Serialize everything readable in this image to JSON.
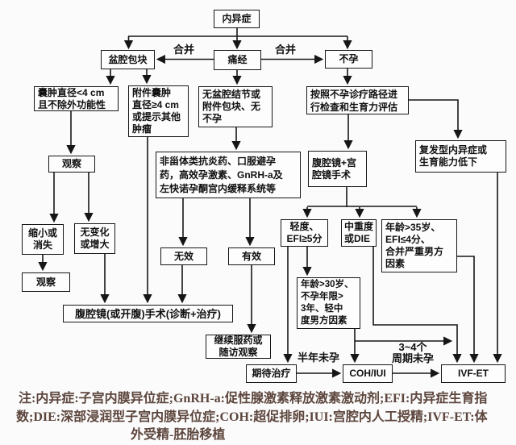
{
  "diagram": {
    "nodes": {
      "root": {
        "label": "内异症"
      },
      "pelvic_mass": {
        "label": "盆腔包块"
      },
      "dysmenorrhea": {
        "label": "痛经"
      },
      "infertility": {
        "label": "不孕"
      },
      "cyst_small": {
        "label": "囊肿直径<4 cm\n且不除外功能性"
      },
      "adnexal_cyst": {
        "label": "附件囊肿\n直径≥4 cm\n或提示其他\n肿瘤"
      },
      "no_nodule": {
        "label": "无盆腔结节或\n附件包块、无\n不孕"
      },
      "workup": {
        "label": "按照不孕诊疗路径进\n行检查和生育力评估"
      },
      "meds": {
        "label": "非甾体类抗炎药、口服避孕\n药，高效孕激素、GnRH-a及\n左快诺孕酮宫内缓释系统等"
      },
      "lap_hys": {
        "label": "腹腔镜+宫\n腔镜手术"
      },
      "recurrent": {
        "label": "复发型内异症或\n生育能力低下"
      },
      "observe1": {
        "label": "观察"
      },
      "shrink": {
        "label": "缩小或\n消失"
      },
      "no_change": {
        "label": "无变化\n或增大"
      },
      "observe2": {
        "label": "观察"
      },
      "ineffective": {
        "label": "无效"
      },
      "effective": {
        "label": "有效"
      },
      "mild": {
        "label": "轻度、\nEFI≥5分"
      },
      "mod_severe": {
        "label": "中重度\n或DIE"
      },
      "age35": {
        "label": "年龄>35岁、\nEFI≤4分、\n合并严重男方\n因素"
      },
      "age30": {
        "label": "年龄>30岁、\n不孕年限>\n3年、轻中\n度男方因素"
      },
      "surgery": {
        "label": "腹腔镜(或开腹)手术(诊断+治疗)"
      },
      "continue_meds": {
        "label": "继续服药或\n随访观察"
      },
      "expectant": {
        "label": "期待治疗"
      },
      "coh_iui": {
        "label": "COH/IUI"
      },
      "ivf_et": {
        "label": "IVF-ET"
      }
    },
    "edge_labels": {
      "merge_left": "合并",
      "merge_right": "合并",
      "half_year": "半年未孕",
      "cycles": "3~4个\n周期未孕"
    },
    "note": {
      "line1": "注:内异症:子宫内膜异位症;GnRH-a:促性腺激素释放激素激动剂;EFI:内异症生育指",
      "line2": "数;DIE:深部浸润型子宫内膜异位症;COH:超促排卵;IUI:宫腔内人工授精;IVF-ET:体",
      "line3": "外受精-胚胎移植"
    },
    "colors": {
      "line": "#161616",
      "box_border": "#161616",
      "note_text": "#5c453c",
      "background": "#fbfbfb"
    }
  }
}
